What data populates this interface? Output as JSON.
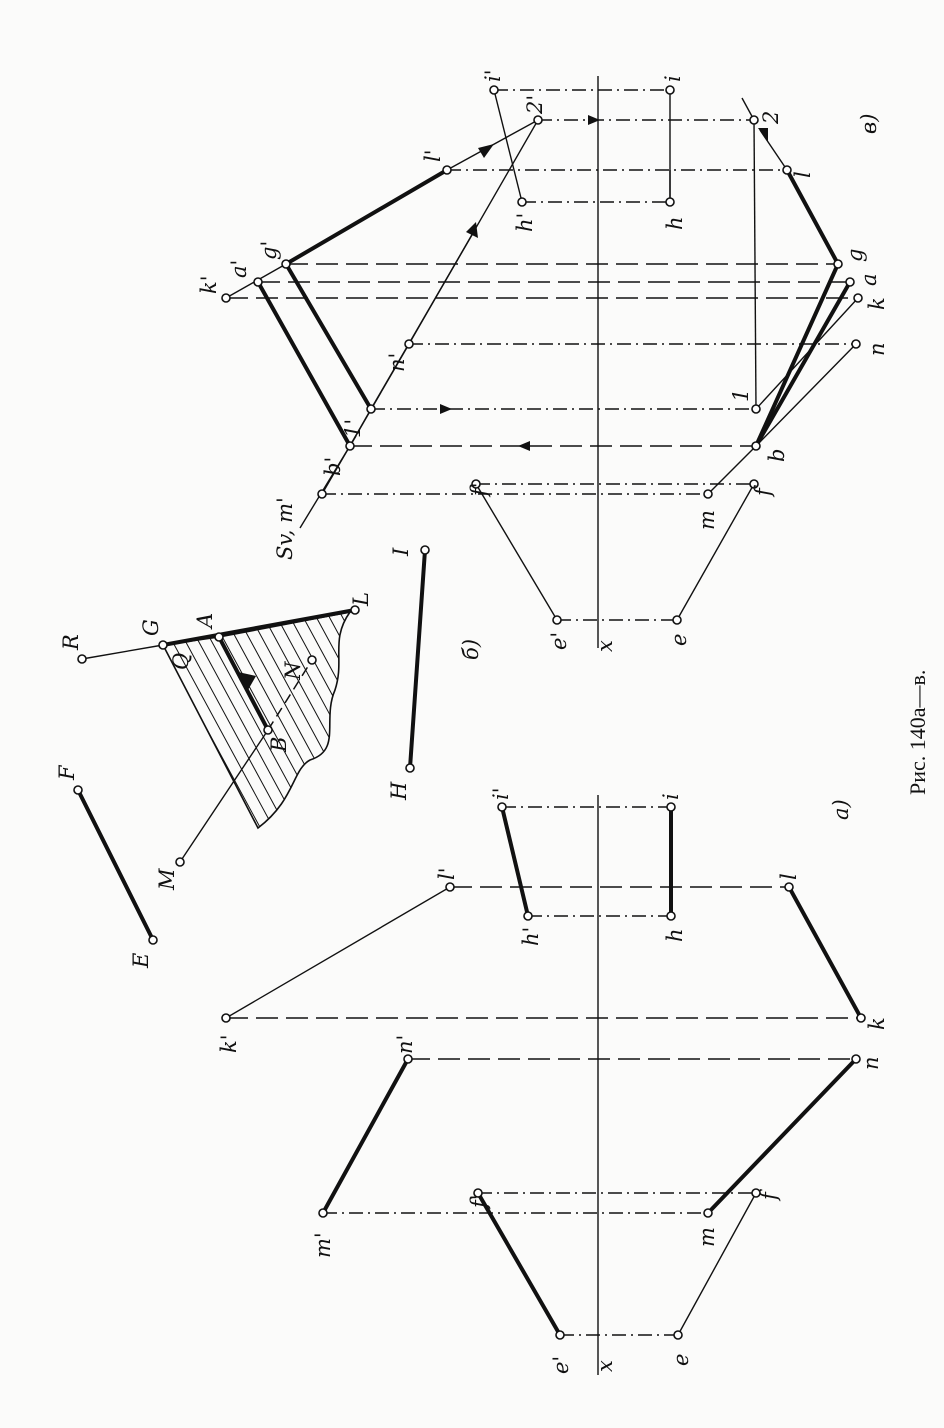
{
  "caption": "Рис. 140а—в.",
  "panel_labels": {
    "a": "а)",
    "b": "б)",
    "v": "в)"
  },
  "axis_labels": {
    "x_a": "x",
    "x_v": "x"
  },
  "panel_a_labels": {
    "e1": "e'",
    "e": "e",
    "f1": "f'",
    "f": "f",
    "m1": "m'",
    "m": "m",
    "n1": "n'",
    "n": "n",
    "k1": "k'",
    "k": "k",
    "l1": "l'",
    "l": "l",
    "h1": "h'",
    "h": "h",
    "i1": "i'",
    "i": "i"
  },
  "panel_b_labels": {
    "E": "E",
    "F": "F",
    "M": "M",
    "B": "B",
    "N": "N",
    "R": "R",
    "G": "G",
    "A": "A",
    "L": "L",
    "Q": "Q",
    "H": "H",
    "I": "I"
  },
  "panel_v_labels": {
    "e1": "e'",
    "e": "e",
    "f1": "f'",
    "f": "f",
    "m": "m",
    "Sv": "Sv, m'",
    "b1": "b'",
    "b": "b",
    "one1": "1'",
    "one": "1",
    "n1": "n'",
    "n": "n",
    "a1": "a'",
    "a": "a",
    "k1": "k'",
    "k": "k",
    "g1": "g'",
    "g": "g",
    "l1": "l'",
    "l": "l",
    "two1": "2'",
    "two": "2",
    "h1": "h'",
    "h": "h",
    "i1": "i'",
    "i": "i"
  }
}
